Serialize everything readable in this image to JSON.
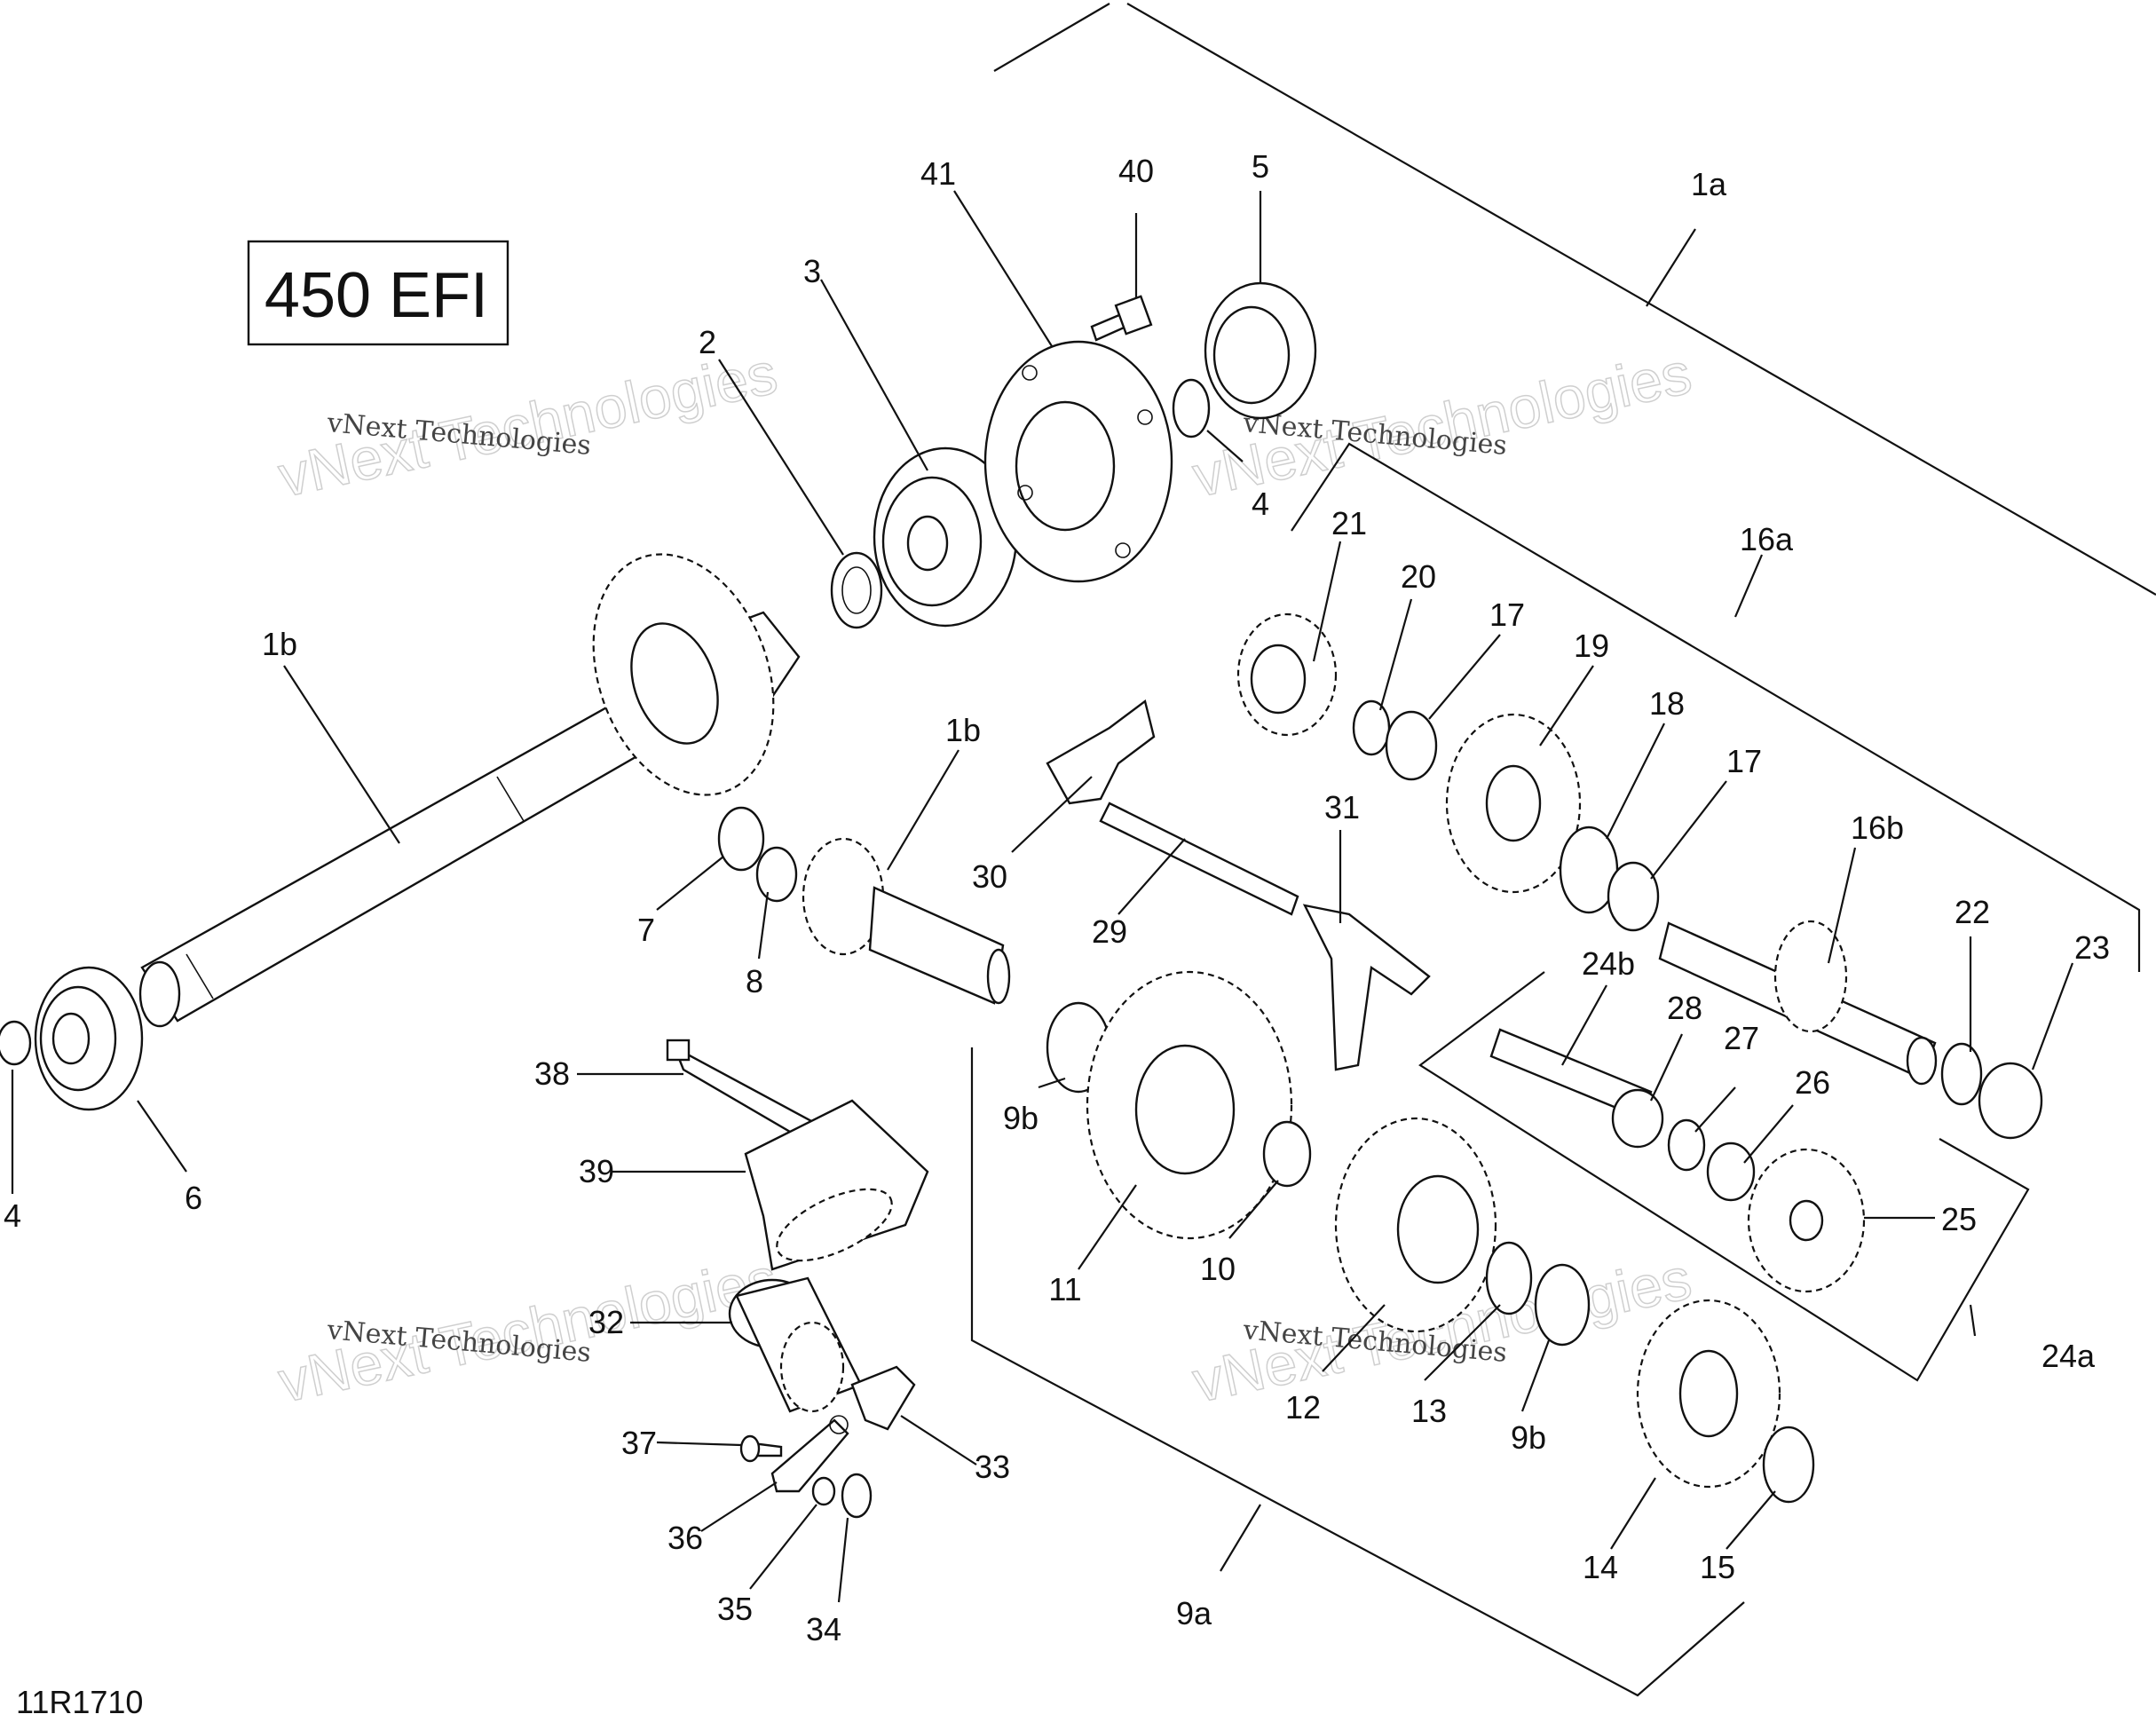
{
  "title_box": {
    "text": "450 EFI"
  },
  "drawing_code": "11R1710",
  "watermark": {
    "line1": "vNext Technologies",
    "line2": "vNext Technologies"
  },
  "callouts": {
    "c41": "41",
    "c40": "40",
    "c5": "5",
    "c1a": "1a",
    "c3": "3",
    "c2": "2",
    "c4a": "4",
    "c21": "21",
    "c20": "20",
    "c17a": "17",
    "c16a": "16a",
    "c19": "19",
    "c18": "18",
    "c17b": "17",
    "c1b_shaft": "1b",
    "c1b_pinion": "1b",
    "c16b": "16b",
    "c31": "31",
    "c30": "30",
    "c29": "29",
    "c7": "7",
    "c8": "8",
    "c22": "22",
    "c23": "23",
    "c24b": "24b",
    "c28": "28",
    "c27": "27",
    "c26": "26",
    "c25": "25",
    "c38": "38",
    "c9b_a": "9b",
    "c39": "39",
    "c4b": "4",
    "c6": "6",
    "c11": "11",
    "c10": "10",
    "c24a": "24a",
    "c32": "32",
    "c12": "12",
    "c13": "13",
    "c9b_b": "9b",
    "c37": "37",
    "c33": "33",
    "c36": "36",
    "c14": "14",
    "c15": "15",
    "c35": "35",
    "c34": "34",
    "c9a": "9a"
  }
}
